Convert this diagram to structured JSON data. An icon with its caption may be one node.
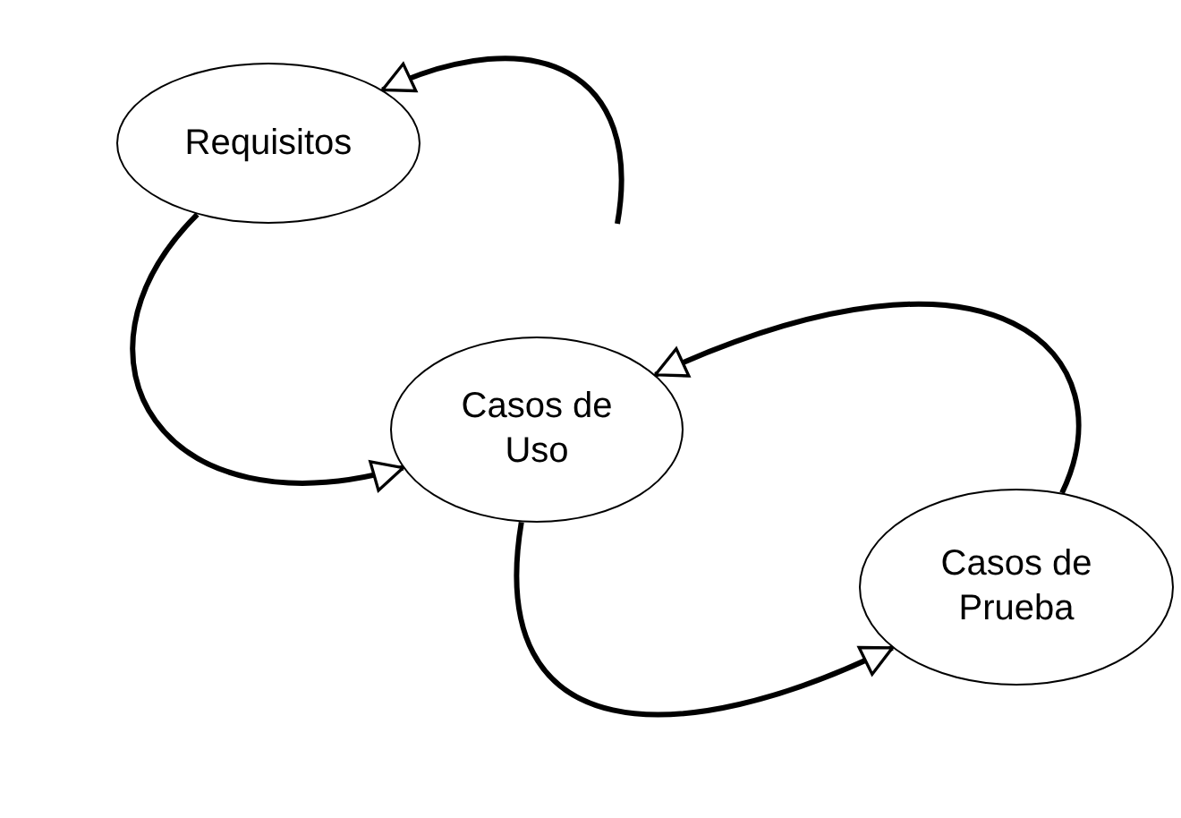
{
  "diagram": {
    "nodes": [
      {
        "text": [
          "Requisitos"
        ]
      },
      {
        "text": [
          "Casos de Uso"
        ]
      },
      {
        "text": [
          "Casos de Prueba"
        ]
      }
    ],
    "edges": [
      {
        "from": null,
        "to": 0,
        "arrow": "to"
      },
      {
        "from": 0,
        "to": 1,
        "arrow": "to"
      },
      {
        "from": 2,
        "to": 1,
        "arrow": "to"
      },
      {
        "from": 1,
        "to": 2,
        "arrow": "to"
      }
    ]
  }
}
